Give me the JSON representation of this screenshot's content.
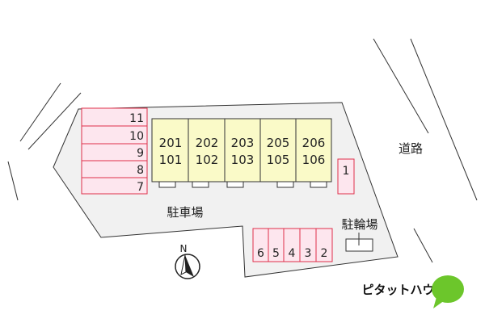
{
  "road": {
    "label": "道路"
  },
  "parking": {
    "label": "駐車場"
  },
  "bicycle": {
    "label": "駐輪場"
  },
  "compass": {
    "label": "N"
  },
  "building": {
    "units": [
      {
        "upper": "201",
        "lower": "101"
      },
      {
        "upper": "202",
        "lower": "102"
      },
      {
        "upper": "203",
        "lower": "103"
      },
      {
        "upper": "205",
        "lower": "105"
      },
      {
        "upper": "206",
        "lower": "106"
      }
    ]
  },
  "parking_left": [
    "11",
    "10",
    "9",
    "8",
    "7"
  ],
  "parking_single": "1",
  "parking_bottom": [
    "6",
    "5",
    "4",
    "3",
    "2"
  ],
  "logo": {
    "text": "ピタットハウス",
    "icon": "speech-bubble-icon",
    "color": "#6cc62b"
  },
  "colors": {
    "lot": "#f1f1f1",
    "building": "#fafac8",
    "parking_fill": "#fde6ee",
    "parking_stroke": "#e0304a"
  }
}
